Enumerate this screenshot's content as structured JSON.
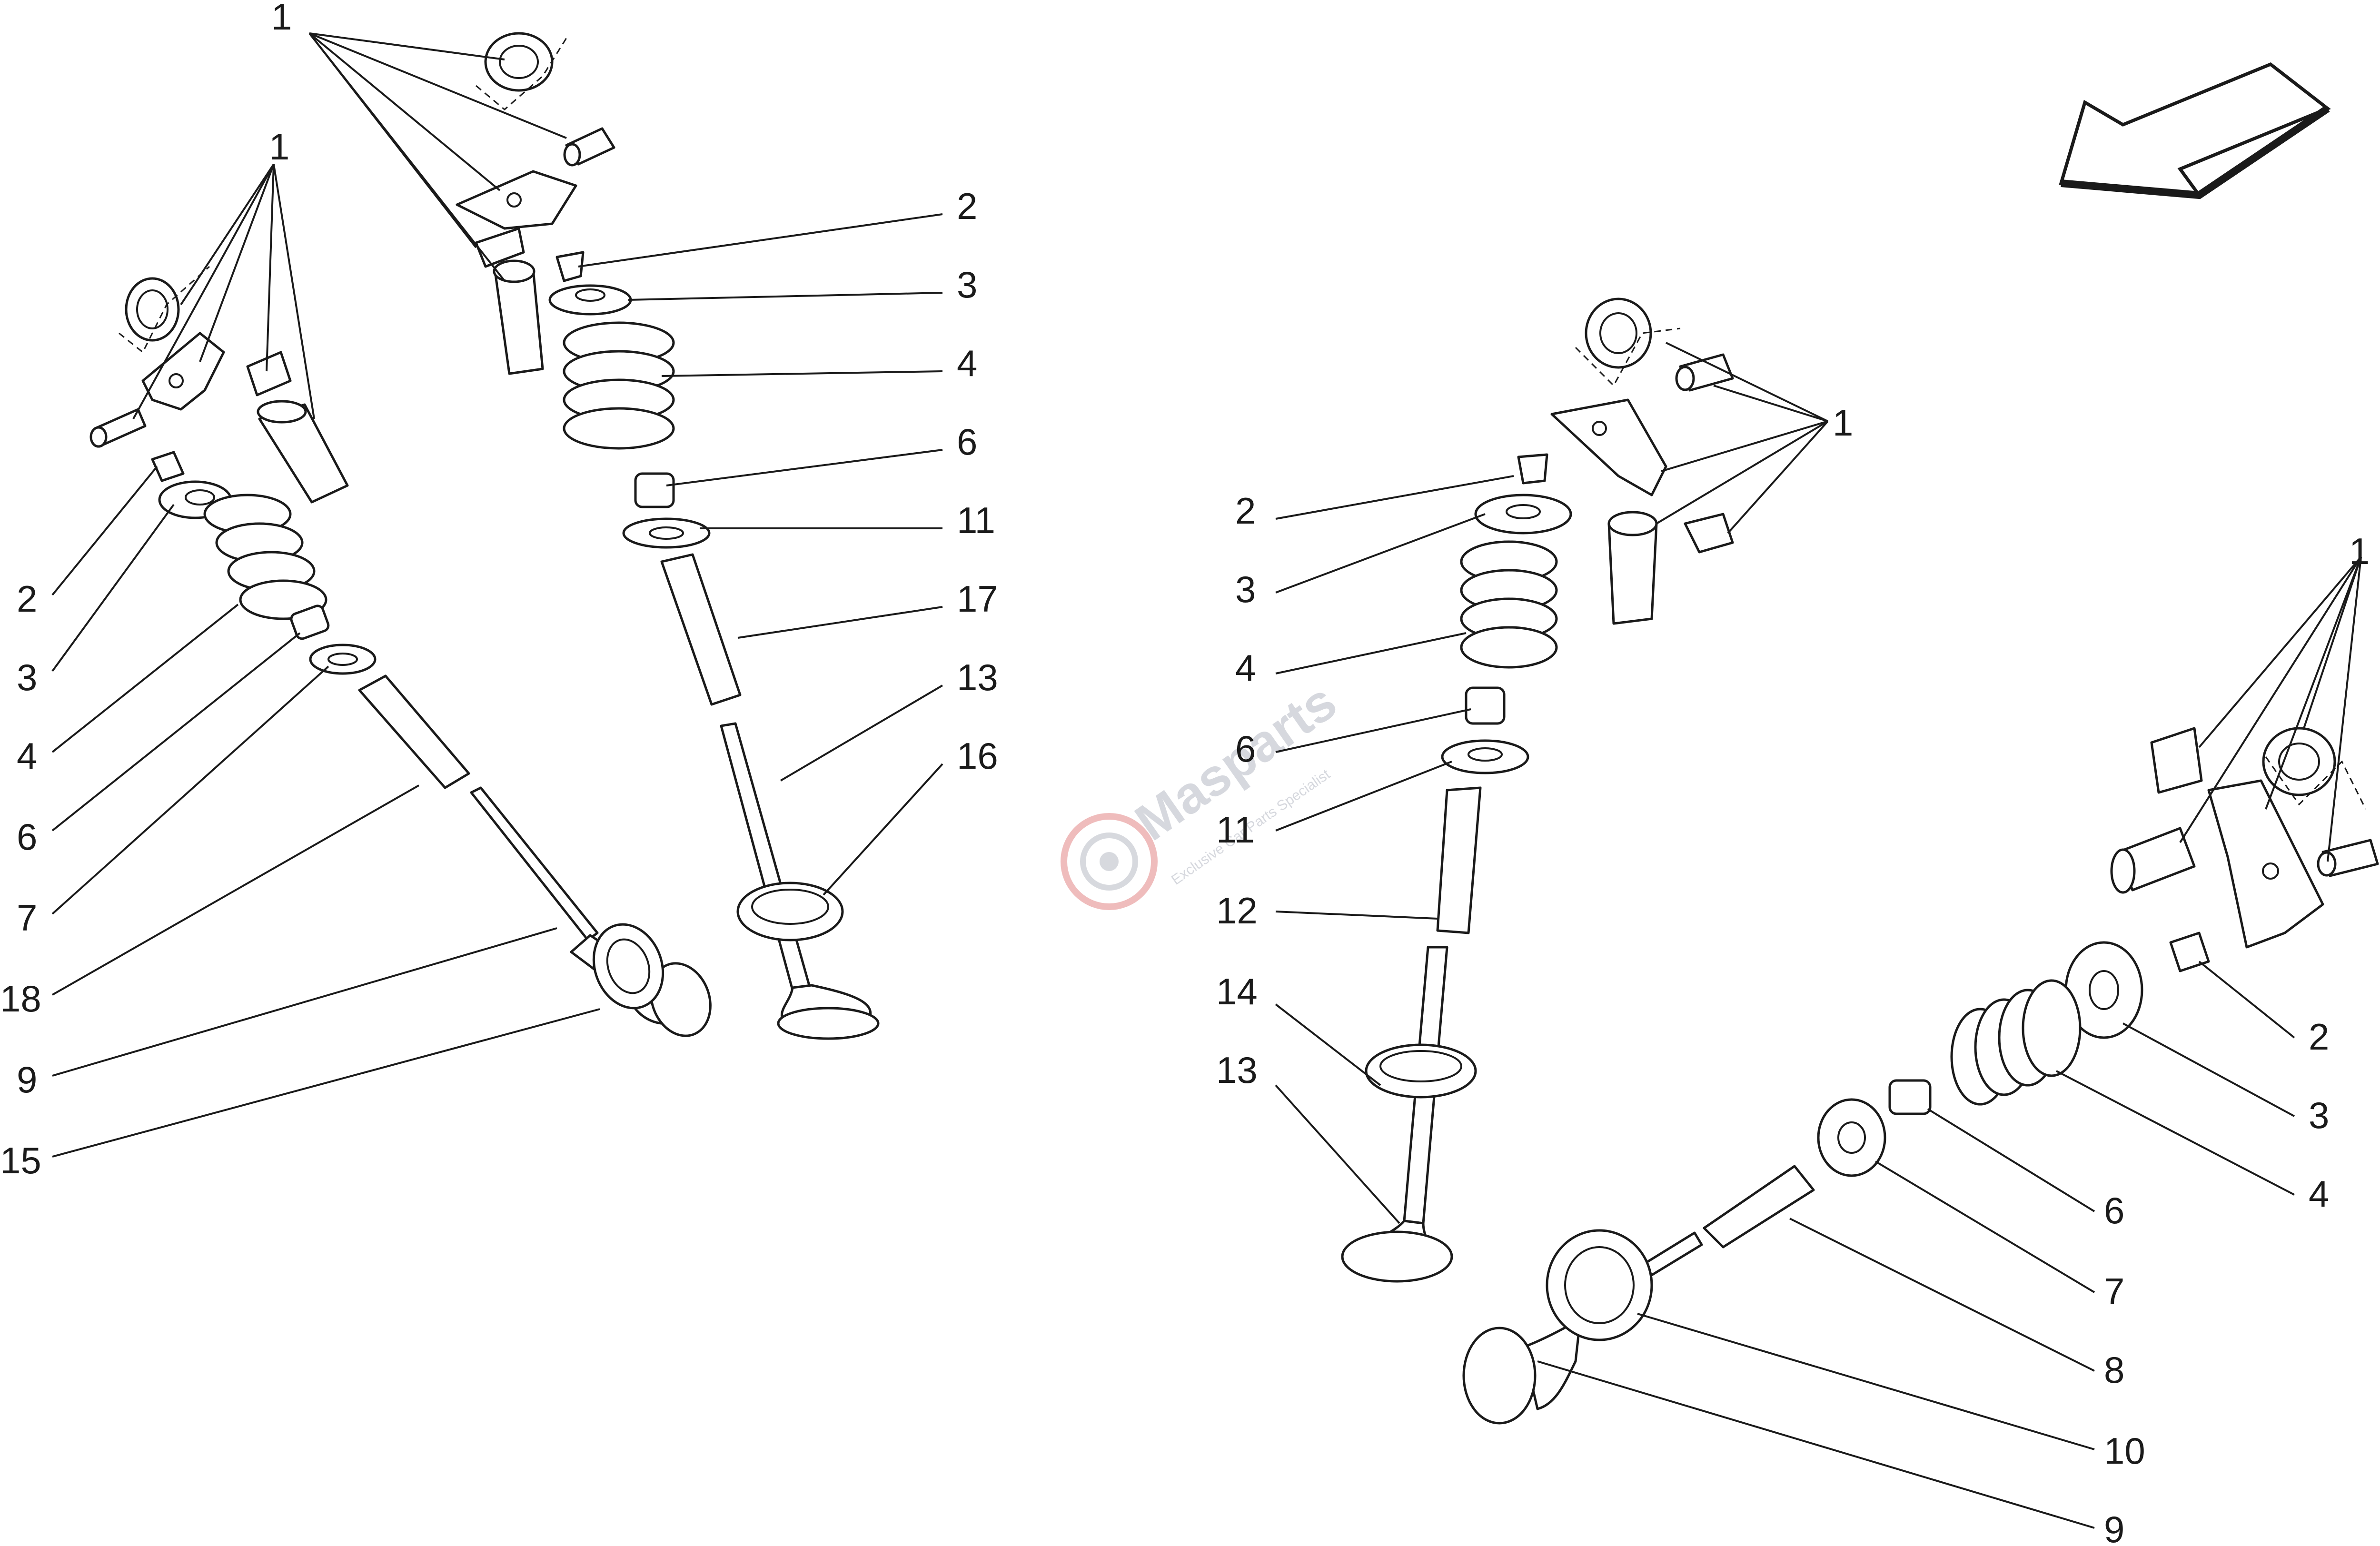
{
  "diagram": {
    "callouts": {
      "left": [
        "1",
        "1",
        "2",
        "3",
        "4",
        "6",
        "7",
        "18",
        "9",
        "15"
      ],
      "center": [
        "2",
        "3",
        "4",
        "6",
        "11",
        "17",
        "13",
        "16"
      ],
      "right": [
        "1",
        "2",
        "3",
        "4",
        "6",
        "11",
        "12",
        "14",
        "13"
      ],
      "far_right": [
        "1",
        "2",
        "3",
        "4",
        "6",
        "7",
        "8",
        "10",
        "9"
      ]
    },
    "watermark": {
      "brand": "Masparts",
      "tagline": "Exclusive Car Parts Specialist",
      "color": "#c9ccd3",
      "logo_color": "#e8a0a0"
    },
    "direction_arrow": "arrow-left-down-icon",
    "line_color": "#1a1a1a",
    "background": "#ffffff"
  }
}
